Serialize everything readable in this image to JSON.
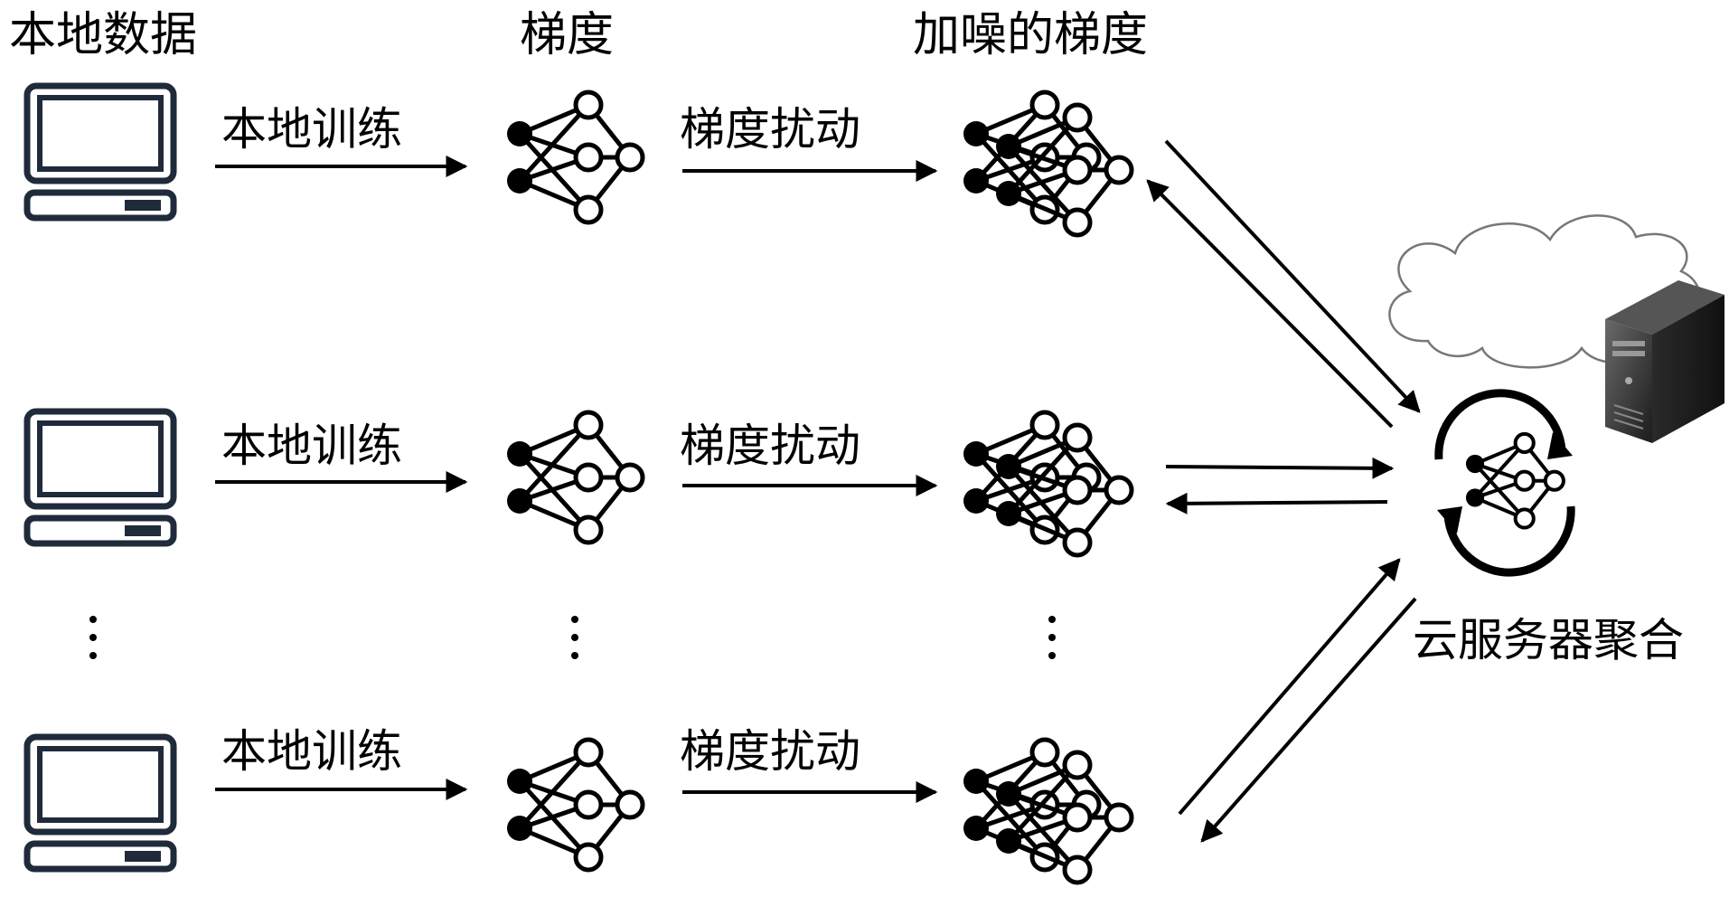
{
  "headers": {
    "local_data": "本地数据",
    "gradient": "梯度",
    "noisy_gradient": "加噪的梯度"
  },
  "rows": [
    {
      "train_label": "本地训练",
      "perturb_label": "梯度扰动"
    },
    {
      "train_label": "本地训练",
      "perturb_label": "梯度扰动"
    },
    {
      "train_label": "本地训练",
      "perturb_label": "梯度扰动"
    }
  ],
  "server": {
    "caption": "云服务器聚合"
  },
  "icons": [
    "laptop-icon",
    "neural-network-icon",
    "noisy-neural-network-icon",
    "cloud-icon",
    "server-tower-icon",
    "sync-aggregation-icon"
  ],
  "colors": {
    "ink": "#000000",
    "background": "#ffffff",
    "cloud_outline": "#777777",
    "server_body": "#333333"
  }
}
